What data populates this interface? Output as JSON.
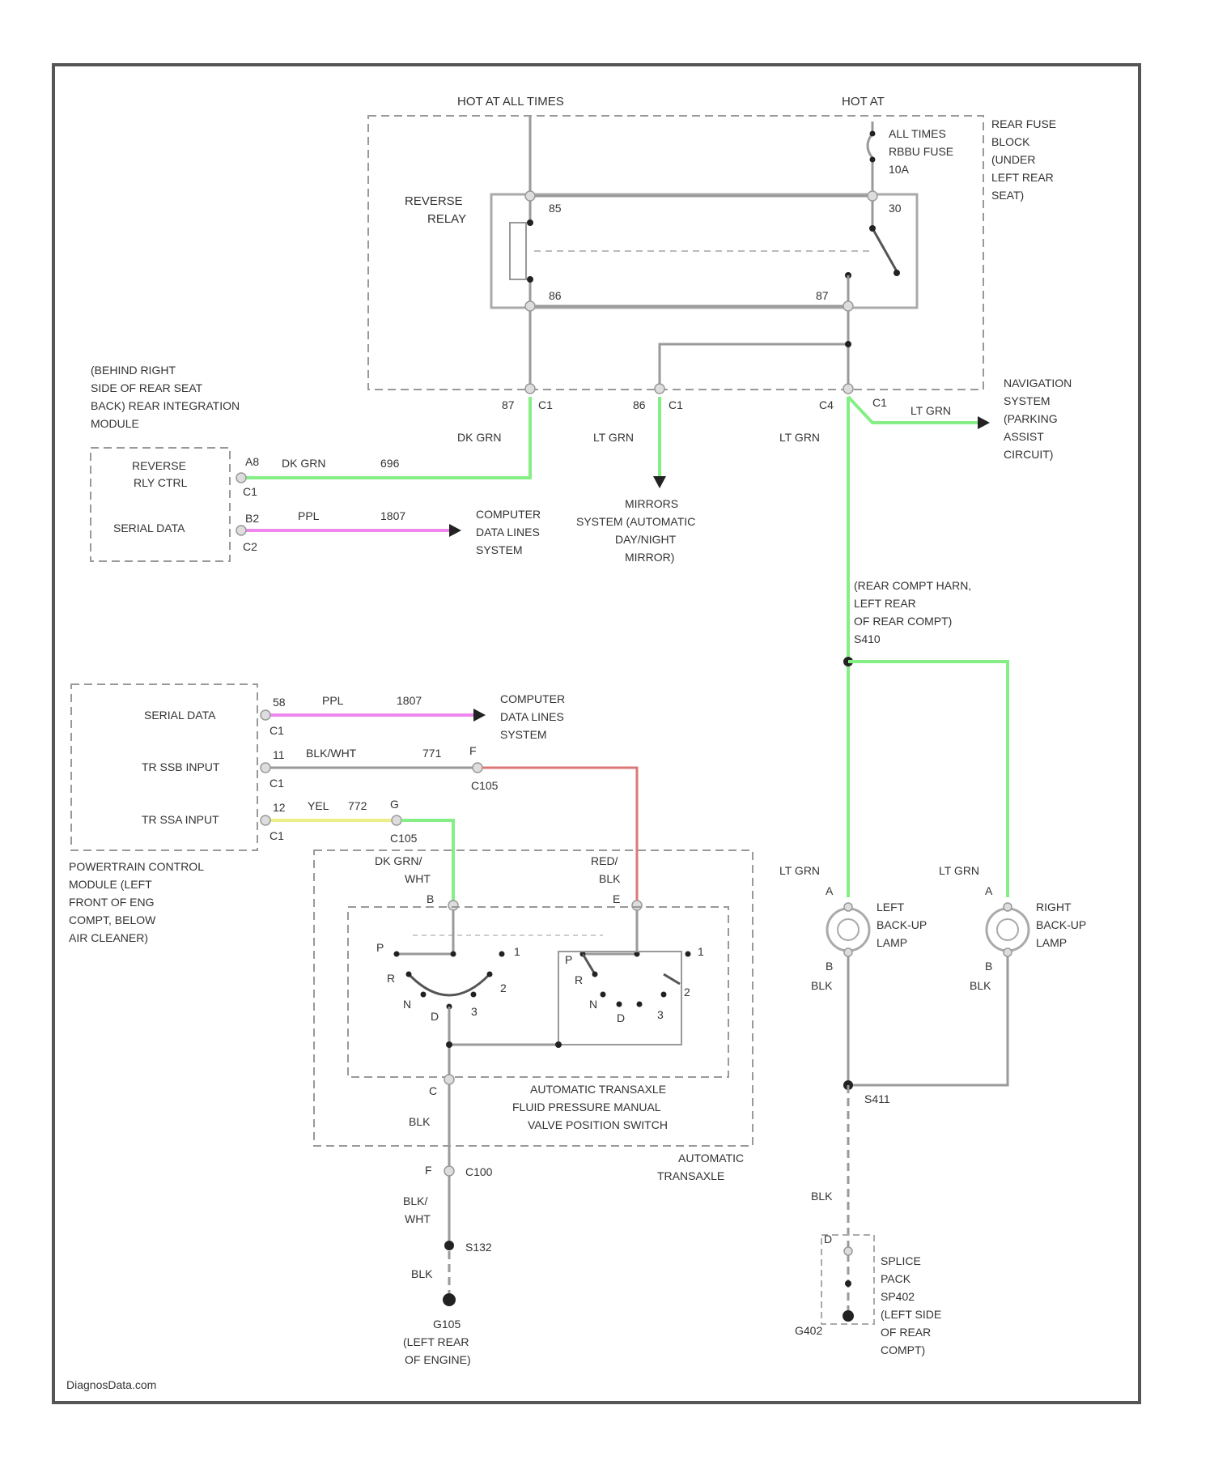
{
  "hot_all_times": "HOT AT ALL TIMES",
  "hot_at": "HOT AT",
  "all_times_fuse": [
    "ALL TIMES",
    "RBBU FUSE",
    "10A"
  ],
  "rear_fuse_block": [
    "REAR FUSE",
    "BLOCK",
    "(UNDER",
    "LEFT REAR",
    "SEAT)"
  ],
  "reverse_relay": [
    "REVERSE",
    "RELAY"
  ],
  "relay_pins": {
    "p85": "85",
    "p86": "86",
    "p30": "30",
    "p87": "87"
  },
  "c1_connectors": {
    "a": {
      "pin": "87",
      "conn": "C1"
    },
    "b": {
      "pin": "86",
      "conn": "C1"
    },
    "c": {
      "pin": "C4",
      "conn": "C1"
    }
  },
  "wire_labels": {
    "dk_grn": "DK GRN",
    "lt_grn": "LT GRN",
    "lt_grn_nav": "LT GRN",
    "ppl": "PPL",
    "yel": "YEL",
    "blk_wht": "BLK/WHT",
    "red_blk": [
      "RED/",
      "BLK"
    ],
    "dk_grn_wht": [
      "DK GRN/",
      "WHT"
    ],
    "blk": "BLK",
    "blk_wht2": [
      "BLK/",
      "WHT"
    ]
  },
  "circuit_numbers": {
    "c696": "696",
    "c1807a": "1807",
    "c1807b": "1807",
    "c771": "771",
    "c772": "772"
  },
  "rim": {
    "title": [
      "(BEHIND RIGHT",
      "SIDE OF REAR SEAT",
      "BACK) REAR INTEGRATION",
      "MODULE"
    ],
    "reverse_rly_ctrl": [
      "REVERSE",
      "RLY CTRL"
    ],
    "serial_data": "SERIAL DATA",
    "pin_a8": "A8",
    "pin_b2": "B2",
    "conn_c1": "C1",
    "conn_c2": "C2"
  },
  "computer_data_lines": [
    "COMPUTER",
    "DATA LINES",
    "SYSTEM"
  ],
  "mirrors": [
    "MIRRORS",
    "SYSTEM (AUTOMATIC",
    "DAY/NIGHT",
    "MIRROR)"
  ],
  "navigation": [
    "NAVIGATION",
    "SYSTEM",
    "(PARKING",
    "ASSIST",
    "CIRCUIT)"
  ],
  "rear_compt_harn": [
    "(REAR COMPT HARN,",
    "LEFT REAR",
    "OF REAR COMPT)",
    "S410"
  ],
  "pcm": {
    "title": [
      "POWERTRAIN CONTROL",
      "MODULE (LEFT",
      "FRONT OF ENG",
      "COMPT, BELOW",
      "AIR CLEANER)"
    ],
    "serial_data": "SERIAL DATA",
    "tr_ssb_input_1": "TR SSB INPUT",
    "tr_ssb_input_2": "TR SSA INPUT",
    "pin_58": "58",
    "pin_11": "11",
    "pin_12": "12",
    "conn_c1": "C1"
  },
  "c105": {
    "pin_f": "F",
    "pin_g": "G",
    "conn": "C105"
  },
  "switch": {
    "pin_b": "B",
    "pin_e": "E",
    "pin_c": "C",
    "positions_left": [
      "P",
      "R",
      "N",
      "D",
      "3",
      "2",
      "1"
    ],
    "positions_right": [
      "P",
      "R",
      "N",
      "D",
      "3",
      "2",
      "1"
    ],
    "name": [
      "AUTOMATIC TRANSAXLE",
      "FLUID PRESSURE MANUAL",
      "VALVE POSITION SWITCH"
    ],
    "transaxle": [
      "AUTOMATIC",
      "TRANSAXLE"
    ]
  },
  "c100": {
    "pin": "F",
    "conn": "C100"
  },
  "s132": "S132",
  "g105": [
    "G105",
    "(LEFT REAR",
    "OF ENGINE)"
  ],
  "left_lamp": {
    "name": [
      "LEFT",
      "BACK-UP",
      "LAMP"
    ],
    "pin_a": "A",
    "pin_b": "B",
    "wire": "LT GRN",
    "gnd": "BLK"
  },
  "right_lamp": {
    "name": [
      "RIGHT",
      "BACK-UP",
      "LAMP"
    ],
    "pin_a": "A",
    "pin_b": "B",
    "wire": "LT GRN",
    "gnd": "BLK"
  },
  "s411": "S411",
  "blk_lower": "BLK",
  "splice_pack": [
    "SPLICE",
    "PACK",
    "SP402",
    "(LEFT SIDE",
    "OF REAR",
    "COMPT)"
  ],
  "g402": "G402",
  "sp_pin": "D",
  "watermark": "DiagnosData.com"
}
